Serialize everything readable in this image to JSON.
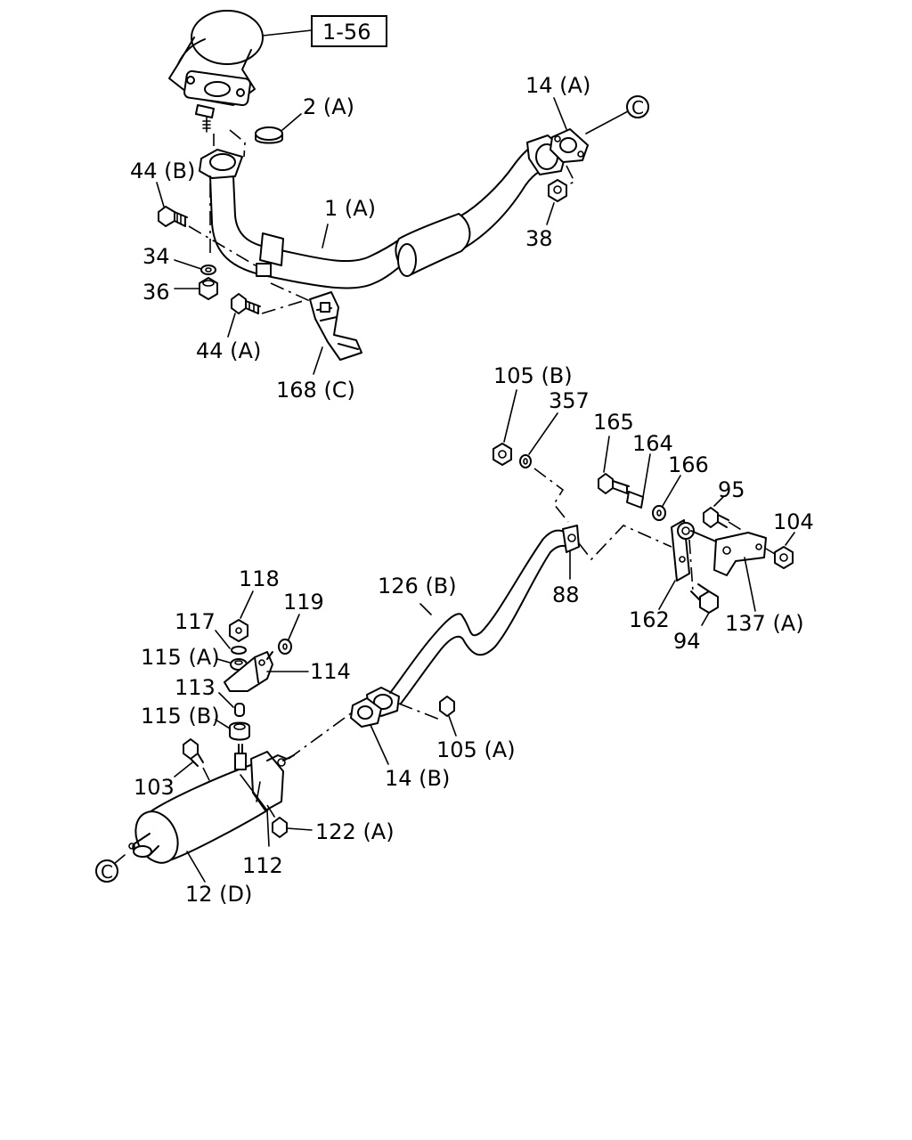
{
  "diagram": {
    "reference_box": "1-56",
    "connector_symbol": "C",
    "labels": {
      "ref_2A": "2 (A)",
      "ref_44B": "44 (B)",
      "ref_1A": "1 (A)",
      "ref_14A": "14 (A)",
      "ref_38": "38",
      "ref_34": "34",
      "ref_36": "36",
      "ref_44A": "44 (A)",
      "ref_168C": "168 (C)",
      "ref_105B": "105 (B)",
      "ref_357": "357",
      "ref_165": "165",
      "ref_164": "164",
      "ref_166": "166",
      "ref_95": "95",
      "ref_104": "104",
      "ref_126B": "126 (B)",
      "ref_88": "88",
      "ref_162": "162",
      "ref_94": "94",
      "ref_137A": "137 (A)",
      "ref_118": "118",
      "ref_117": "117",
      "ref_119": "119",
      "ref_115A": "115 (A)",
      "ref_114": "114",
      "ref_113": "113",
      "ref_115B": "115 (B)",
      "ref_103": "103",
      "ref_105A": "105 (A)",
      "ref_14B": "14 (B)",
      "ref_122A": "122 (A)",
      "ref_112": "112",
      "ref_12D": "12 (D)"
    }
  }
}
